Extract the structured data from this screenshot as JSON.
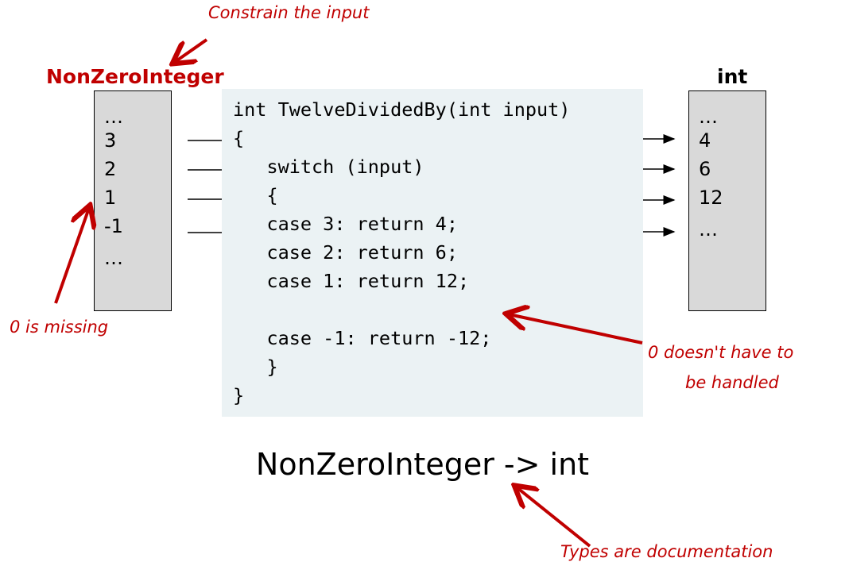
{
  "input_set": {
    "label": "NonZeroInteger",
    "items": [
      "…",
      "3",
      "2",
      "1",
      "-1",
      "…"
    ],
    "label_color": "#c00000"
  },
  "output_set": {
    "label": "int",
    "items": [
      "…",
      "4",
      "6",
      "12",
      "…"
    ]
  },
  "code": {
    "lines": [
      "int TwelveDividedBy(int input)",
      "{",
      "   switch (input)",
      "   {",
      "   case 3: return 4;",
      "   case 2: return 6;",
      "   case 1: return 12;",
      "",
      "   case -1: return -12;",
      "   }",
      "}"
    ],
    "background": "#ebf2f4"
  },
  "signature": "NonZeroInteger -> int",
  "annotations": {
    "constrain": "Constrain the input",
    "zero_missing": "0 is missing",
    "zero_not_handled_line1": "0 doesn't have to",
    "zero_not_handled_line2": "be handled",
    "types_doc": "Types are documentation",
    "color": "#c00000"
  }
}
